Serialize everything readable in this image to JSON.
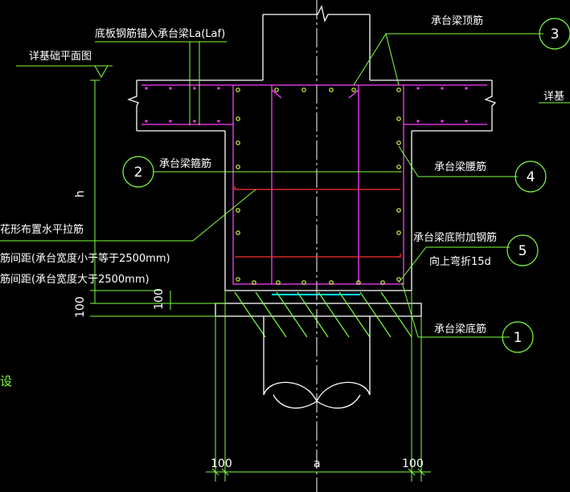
{
  "colors": {
    "background": "#000000",
    "concrete": "#ffffff",
    "rebar_main": "#ff40ff",
    "rebar_tie": "#ff3030",
    "leader": "#7fff3f",
    "dimension": "#7fff3f",
    "cushion": "#00ffff",
    "axis": "#ffffff"
  },
  "labels": {
    "slab_anchor": "底板钢筋锚入承台梁La(Laf)",
    "plan_ref_left": "详基础平面图",
    "plan_ref_right": "详基",
    "top_bar": "承台梁顶筋",
    "stirrup": "承台梁箍筋",
    "waist_bar": "承台梁腰筋",
    "tie_note_1": "花形布置水平拉筋",
    "tie_note_2": "筋间距(承台宽度小于等于2500mm)",
    "tie_note_3": "筋间距(承台宽度大于2500mm)",
    "bottom_extra_1": "承台梁底附加钢筋",
    "bottom_extra_2": "向上弯折15d",
    "bottom_bar": "承台梁底筋",
    "side_text": "设"
  },
  "callouts": {
    "c1": "1",
    "c2": "2",
    "c3": "3",
    "c4": "4",
    "c5": "5"
  },
  "dimensions": {
    "height": "h",
    "cover_left": "100",
    "cover_inner": "100",
    "bottom_left": "100",
    "bottom_mid": "a",
    "bottom_right": "100"
  }
}
